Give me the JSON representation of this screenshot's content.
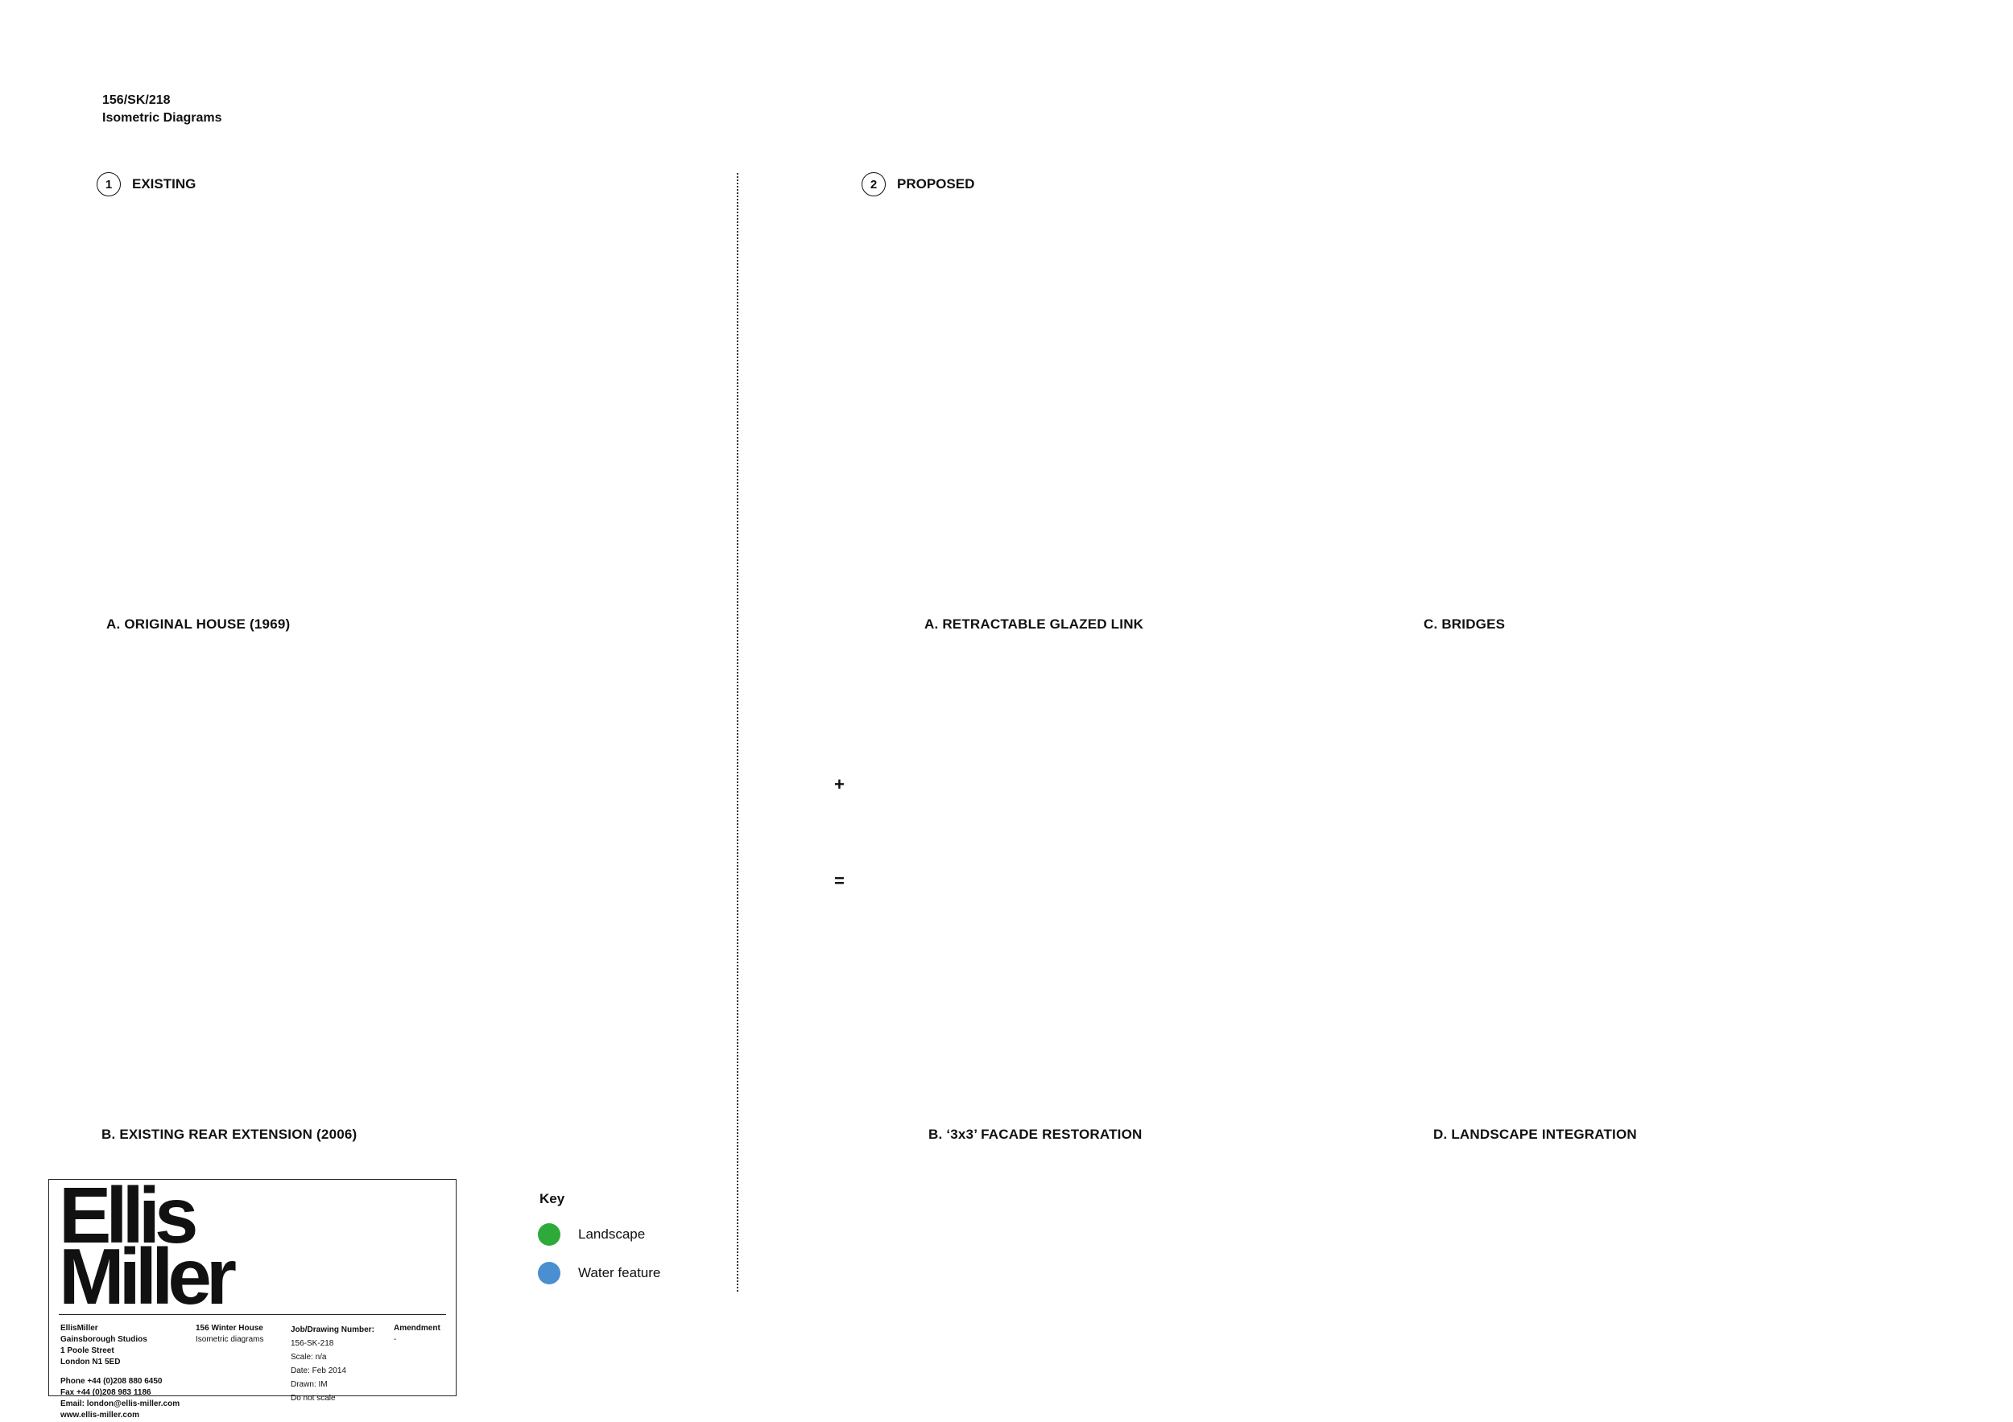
{
  "header": {
    "code": "156/SK/218",
    "subtitle": "Isometric Diagrams"
  },
  "sections": {
    "existing": {
      "number": "1",
      "title": "EXISTING"
    },
    "proposed": {
      "number": "2",
      "title": "PROPOSED"
    }
  },
  "captions": {
    "existing_a": "A. ORIGINAL HOUSE (1969)",
    "existing_b": "B. EXISTING REAR EXTENSION (2006)",
    "proposed_a": "A. RETRACTABLE GLAZED LINK",
    "proposed_b": "B. ‘3x3’ FACADE RESTORATION",
    "proposed_c": "C. BRIDGES",
    "proposed_d": "D. LANDSCAPE INTEGRATION"
  },
  "equation": {
    "plus": "+",
    "equals": "="
  },
  "colors": {
    "glass": "#cfe8f7",
    "glass_stroke": "#6aa8cf",
    "extension": "#000000",
    "bridge": "#b8b8b8",
    "arrow": "#e04040",
    "landscape": "#8dc63f",
    "water": "#3a86c8",
    "key_landscape": "#2eaa3a",
    "key_water": "#4a8fcf"
  },
  "key": {
    "title": "Key",
    "items": [
      {
        "label": "Landscape",
        "color": "#2eaa3a"
      },
      {
        "label": "Water feature",
        "color": "#4a8fcf"
      }
    ]
  },
  "title_block": {
    "logo_line1": "Ellis",
    "logo_line2": "Miller",
    "firm": {
      "name": "EllisMiller",
      "address1": "Gainsborough Studios",
      "address2": "1 Poole Street",
      "address3": "London N1 5ED",
      "phone": "Phone +44 (0)208 880 6450",
      "fax": "Fax +44 (0)208 983 1186",
      "email": "Email: london@ellis-miller.com",
      "web": "www.ellis-miller.com"
    },
    "project": {
      "name": "156 Winter House",
      "desc": "Isometric diagrams"
    },
    "job": {
      "label": "Job/Drawing Number:",
      "number": "156-SK-218",
      "scale": "Scale:   n/a",
      "date": "Date:  Feb 2014",
      "drawn": "Drawn:  IM",
      "note": "Do not scale"
    },
    "amendment": {
      "label": "Amendment",
      "value": "-"
    }
  }
}
